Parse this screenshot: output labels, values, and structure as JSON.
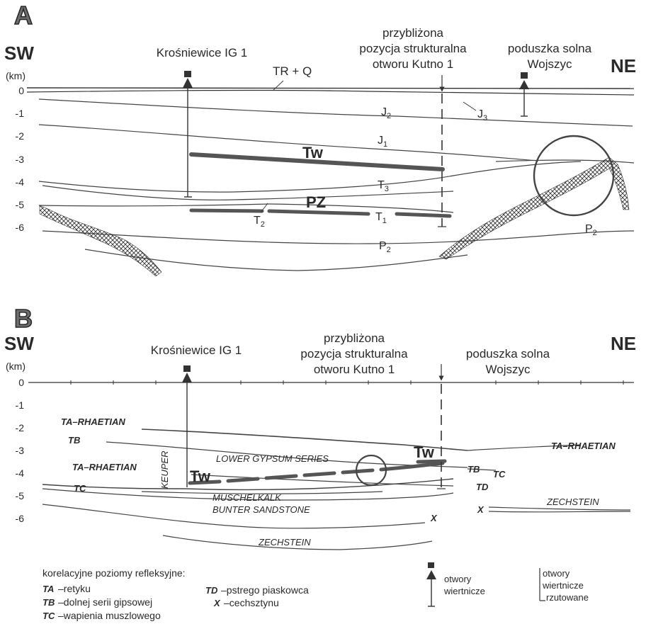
{
  "panel_a": {
    "letter": "A",
    "sw": "SW",
    "ne": "NE",
    "km": "(km)",
    "ticks": [
      "0",
      "-1",
      "-2",
      "-3",
      "-4",
      "-5",
      "-6"
    ],
    "well": "Krośniewice IG 1",
    "kutno": [
      "przybliżona",
      "pozycja strukturalna",
      "otworu Kutno 1"
    ],
    "pillow": [
      "poduszka solna",
      "Wojszyc"
    ],
    "tr_q": "TR + Q",
    "tw": "Tw",
    "pz": "PZ",
    "j2": "J",
    "j2_sub": "2",
    "j3": "J",
    "j3_sub": "3",
    "j1": "J",
    "j1_sub": "1",
    "t3": "T",
    "t3_sub": "3",
    "t2": "T",
    "t2_sub": "2",
    "t1": "T",
    "t1_sub": "1",
    "p2a": "P",
    "p2a_sub": "2",
    "p2b": "P",
    "p2b_sub": "2"
  },
  "panel_b": {
    "letter": "B",
    "sw": "SW",
    "ne": "NE",
    "km": "(km)",
    "ticks": [
      "0",
      "-1",
      "-2",
      "-3",
      "-4",
      "-5",
      "-6"
    ],
    "well": "Krośniewice IG 1",
    "kutno": [
      "przybliżona",
      "pozycja strukturalna",
      "otworu Kutno 1"
    ],
    "pillow": [
      "poduszka solna",
      "Wojszyc"
    ],
    "ta_rh_1": "TA–RHAETIAN",
    "tb_left": "TB",
    "ta_rh_2": "TA–RHAETIAN",
    "tc_left": "TC",
    "keuper": "KEUPER",
    "lower_gypsum": "LOWER GYPSUM SERIES",
    "muschelkalk": "MUSCHELKALK",
    "bunter": "BUNTER SANDSTONE",
    "zechstein_low": "ZECHSTEIN",
    "zechstein_right": "ZECHSTEIN",
    "tw_left": "Tw",
    "tw_right": "Tw",
    "ta_rh_right": "TA–RHAETIAN",
    "tb_right": "TB",
    "tc_right": "TC",
    "td_right": "TD",
    "x_mid": "X",
    "x_right": "X"
  },
  "legend": {
    "title": "korelacyjne poziomy refleksyjne:",
    "items": [
      {
        "code": "TA",
        "text": "–retyku"
      },
      {
        "code": "TB",
        "text": "–dolnej serii gipsowej"
      },
      {
        "code": "TC",
        "text": "–wapienia muszlowego"
      },
      {
        "code": "TD",
        "text": "–pstrego piaskowca"
      },
      {
        "code": "X",
        "text": "–cechsztynu"
      }
    ],
    "wells": [
      "otwory",
      "wiertnicze"
    ],
    "projected": [
      "otwory",
      "wiertnicze",
      "rzutowane"
    ]
  }
}
